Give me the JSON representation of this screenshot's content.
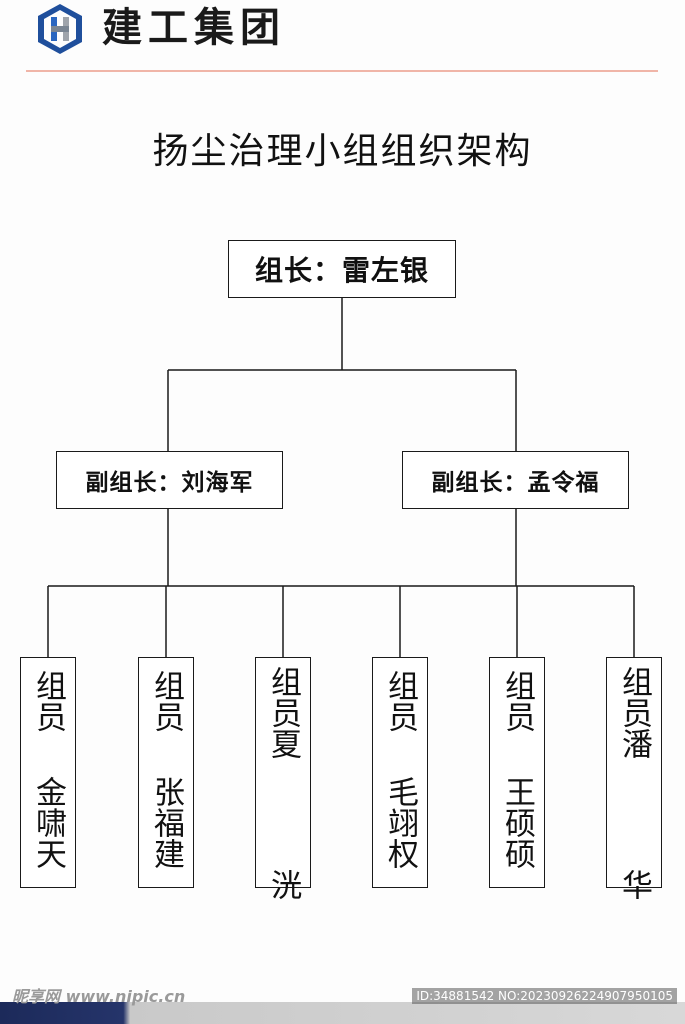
{
  "header": {
    "brand": "建工集团"
  },
  "title": "扬尘治理小组组织架构",
  "chart": {
    "leader": "组长：雷左银",
    "deputies": [
      "副组长：刘海军",
      "副组长：孟令福"
    ],
    "member_role": "组员",
    "members": [
      "金啸天",
      "张福建",
      "夏 洸",
      "毛翊权",
      "王硕硕",
      "潘 华"
    ]
  },
  "watermark": {
    "site": "昵享网 www.nipic.cn",
    "id": "ID:34881542 NO:20230926224907950105"
  },
  "colors": {
    "line": "#1a1a1a",
    "rule": "#f0b5a8",
    "logo_blue": "#1f4f9c"
  }
}
